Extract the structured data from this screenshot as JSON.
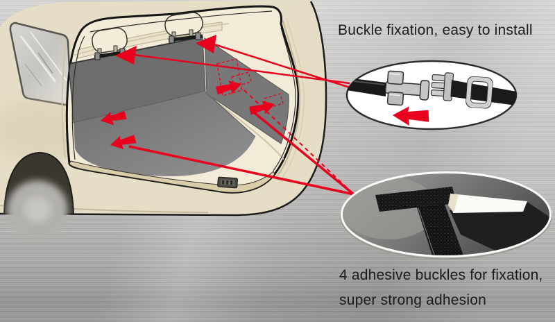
{
  "captions": {
    "buckle": "Buckle fixation, easy to install",
    "adhesive_line1": "4 adhesive buckles for fixation,",
    "adhesive_line2": "super strong adhesion"
  },
  "colors": {
    "accent_red": "#e8001c",
    "metal_light": "#d8d7d5",
    "metal_dark": "#949391",
    "car_body": "#e6ddc6",
    "interior_cream": "#f2ebd8",
    "liner_gray": "#6e6e6e",
    "oval_fill": "#ffffff"
  },
  "insets": {
    "buckle_inset": {
      "name": "buckle-closeup-illustration",
      "arrow_direction": "left"
    },
    "velcro_inset": {
      "name": "velcro-strap-closeup-photo"
    }
  },
  "annotations": {
    "headrest_buckle_arrows": 2,
    "adhesive_spot_arrows": 4
  }
}
